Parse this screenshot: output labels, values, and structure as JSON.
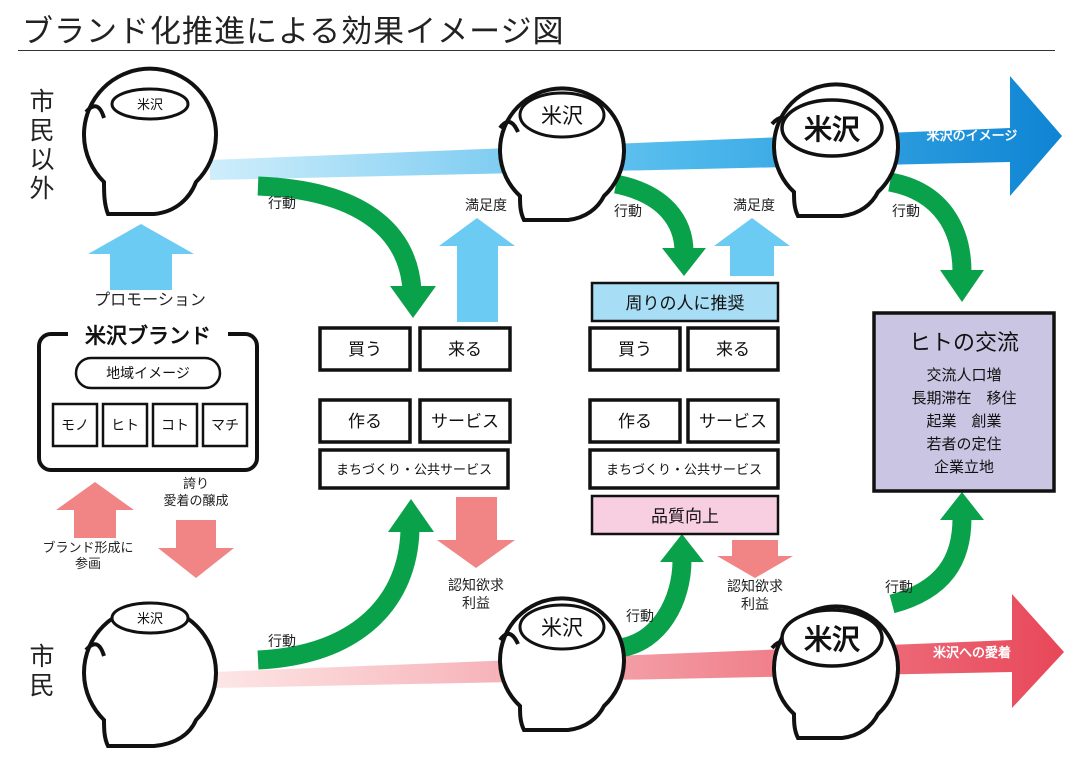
{
  "title": "ブランド化推進による効果イメージ図",
  "rows": {
    "outside": "市民以外",
    "citizens": "市民"
  },
  "head_label": "米沢",
  "labels": {
    "action": "行動",
    "satisfaction": "満足度",
    "promotion": "プロモーション",
    "participate": "ブランド形成に参画",
    "pride": "誇り愛着の醸成",
    "recognition": "認知欲求利益"
  },
  "brand_box": {
    "title": "米沢ブランド",
    "region_image": "地域イメージ",
    "items": [
      "モノ",
      "ヒト",
      "コト",
      "マチ"
    ]
  },
  "stage1": {
    "buy": "買う",
    "come": "来る",
    "make": "作る",
    "service": "サービス",
    "community": "まちづくり・公共サービス"
  },
  "stage2": {
    "recommend": "周りの人に推奨",
    "buy": "買う",
    "come": "来る",
    "make": "作る",
    "service": "サービス",
    "community": "まちづくり・公共サービス",
    "quality": "品質向上"
  },
  "result_box": {
    "title": "ヒトの交流",
    "items": [
      "交流人口増",
      "長期滞在　移住",
      "起業　創業",
      "若者の定住",
      "企業立地"
    ]
  },
  "arrows": {
    "image": "米沢のイメージ",
    "attachment": "米沢への愛着"
  },
  "colors": {
    "green": "#0aa14b",
    "blue_light": "#6ccbf2",
    "blue_dark": "#1488d4",
    "pink_light": "#f5c3c3",
    "red": "#e8505e",
    "salmon": "#f18585",
    "recommend_fill": "#a8def5",
    "quality_fill": "#f7cfe0",
    "result_fill": "#c9c5e2"
  }
}
